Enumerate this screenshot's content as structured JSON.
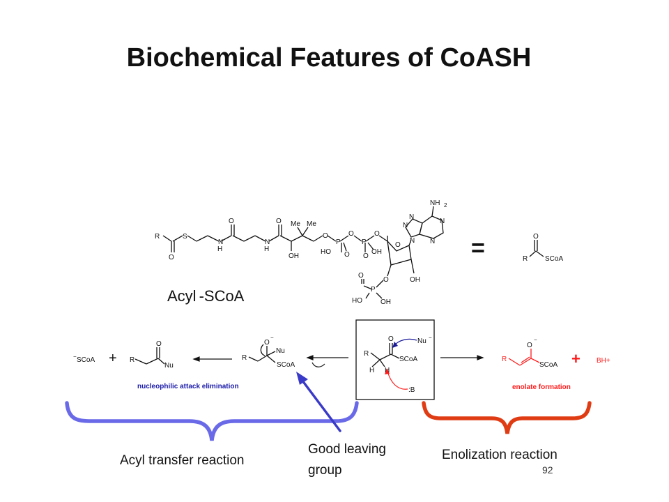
{
  "title": "Biochemical Features of CoASH",
  "page_number": "92",
  "coa": {
    "name_prefix": "Acyl",
    "name_suffix": "-SCoA",
    "equals": "=",
    "atoms": {
      "R": "R",
      "S": "S",
      "O": "O",
      "N": "N",
      "H": "H",
      "Me": "Me",
      "P": "P",
      "OH": "OH",
      "HO": "HO",
      "NH": "NH",
      "two": "2",
      "SCoA": "SCoA"
    }
  },
  "mechanism": {
    "minus": "−",
    "left_product_scoa": "SCoA",
    "plus": "+",
    "nu": "Nu",
    "nu_minus": "Nu",
    "base": ":B",
    "bh_plus": "BH+",
    "caption_nucleophilic": "nucleophilic attack elimination",
    "caption_enolate": "enolate formation"
  },
  "labels": {
    "acyl_transfer": "Acyl transfer reaction",
    "good_leaving_1": "Good leaving",
    "good_leaving_2": "group",
    "enolization": "Enolization reaction"
  },
  "colors": {
    "blue_brace": "#6a6ae8",
    "red_brace": "#e03c14",
    "arrow_blue": "#3a3ac8",
    "caption_blue": "#1a1aa8",
    "red_struct": "#ff1a1a"
  }
}
